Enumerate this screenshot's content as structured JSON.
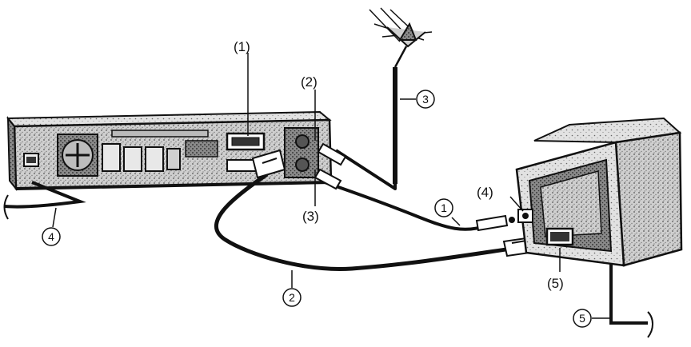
{
  "diagram": {
    "labels": {
      "vcr_scart_socket": "(1)",
      "vcr_aerial_out": "(2)",
      "vcr_aerial_in": "(3)",
      "tv_aerial_in": "(4)",
      "tv_scart_socket": "(5)"
    },
    "cables": {
      "rf_cable": "1",
      "scart_cable": "2",
      "aerial_cable": "3",
      "vcr_power_cord": "4",
      "tv_power_cord": "5"
    }
  },
  "colors": {
    "ink": "#111111",
    "stipple": "#9a9a9a",
    "background": "#ffffff"
  }
}
